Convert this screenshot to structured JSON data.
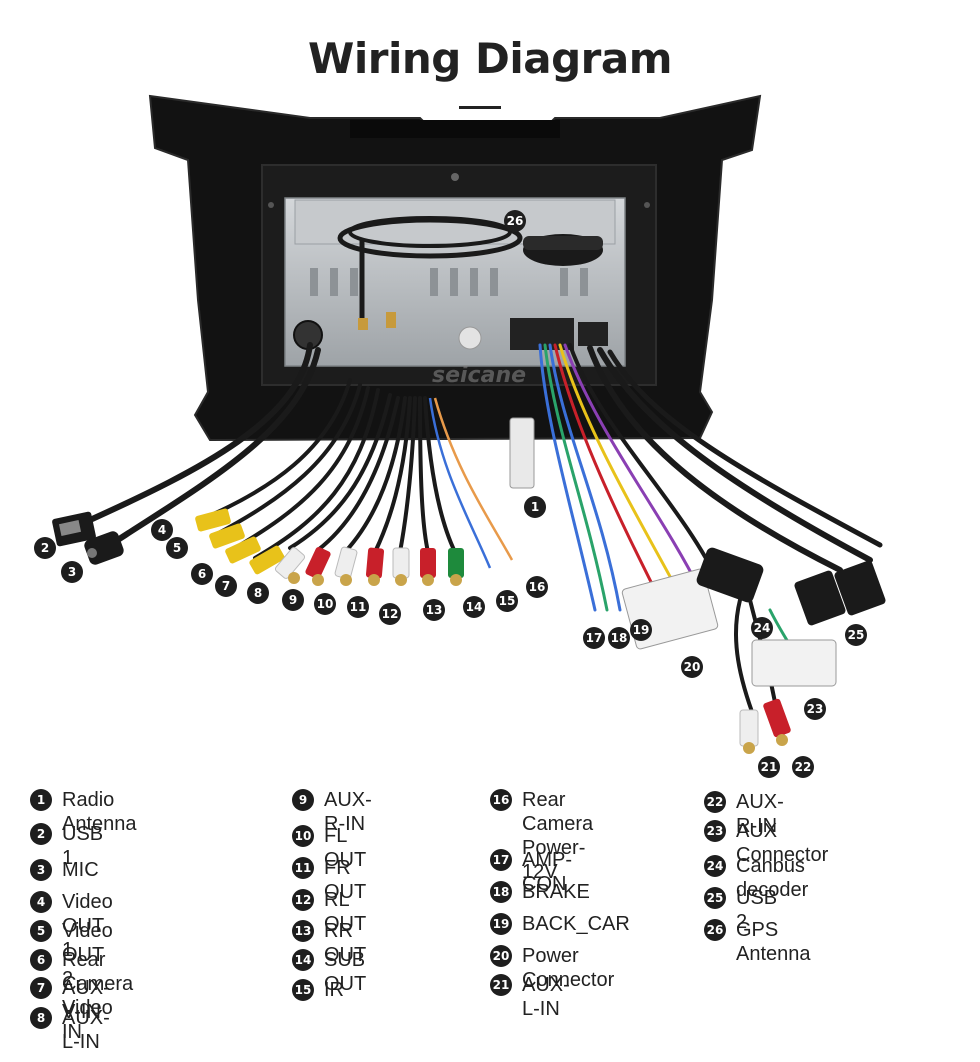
{
  "title": "Wiring Diagram",
  "watermark": "seicane",
  "legend": [
    {
      "num": "1",
      "label": "Radio Antenna"
    },
    {
      "num": "2",
      "label": "USB 1"
    },
    {
      "num": "3",
      "label": "MIC"
    },
    {
      "num": "4",
      "label": "Video OUT 1"
    },
    {
      "num": "5",
      "label": "Video OUT 2"
    },
    {
      "num": "6",
      "label": "Rear Camera Video IN"
    },
    {
      "num": "7",
      "label": "AUX-V-IN"
    },
    {
      "num": "8",
      "label": "AUX-L-IN"
    },
    {
      "num": "9",
      "label": "AUX-R-IN"
    },
    {
      "num": "10",
      "label": "FL OUT"
    },
    {
      "num": "11",
      "label": "FR OUT"
    },
    {
      "num": "12",
      "label": "RL OUT"
    },
    {
      "num": "13",
      "label": "RR OUT"
    },
    {
      "num": "14",
      "label": "SUB OUT"
    },
    {
      "num": "15",
      "label": "IR"
    },
    {
      "num": "16",
      "label": "Rear Camera\nPower-12V"
    },
    {
      "num": "17",
      "label": "AMP-CON"
    },
    {
      "num": "18",
      "label": "BRAKE"
    },
    {
      "num": "19",
      "label": "BACK_CAR"
    },
    {
      "num": "20",
      "label": "Power Connector"
    },
    {
      "num": "21",
      "label": "AUX-L-IN"
    },
    {
      "num": "22",
      "label": "AUX-R-IN"
    },
    {
      "num": "23",
      "label": "AUX Connector"
    },
    {
      "num": "24",
      "label": "Canbus decoder"
    },
    {
      "num": "25",
      "label": "USB 2"
    },
    {
      "num": "26",
      "label": "GPS Antenna"
    }
  ],
  "colors": {
    "bezel": "#111111",
    "chassis": "#b9bdc1",
    "cable": "#1a1a1a",
    "rca_yellow": "#e8c21a",
    "rca_white": "#eeeeee",
    "rca_red": "#c8202a",
    "rca_green": "#1e8a3c",
    "connector": "#f2f2f2"
  }
}
